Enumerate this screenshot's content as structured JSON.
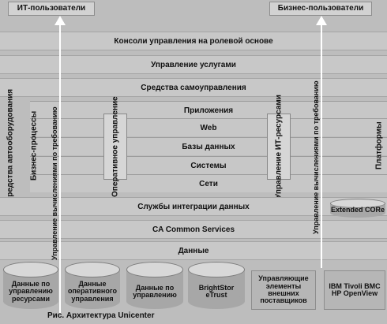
{
  "top_boxes": {
    "it_users": "ИТ-пользователи",
    "business_users": "Бизнес-пользователи"
  },
  "bands": {
    "role_consoles": "Консоли управления на ролевой основе",
    "service_mgmt": "Управление услугами",
    "self_mgmt": "Средства самоуправления",
    "data_integration": "Службы интеграции данных",
    "ca_common": "CA Common Services",
    "data": "Данные"
  },
  "stack_layers": [
    "Приложения",
    "Web",
    "Базы данных",
    "Системы",
    "Сети"
  ],
  "vertical_labels": {
    "auto_tools": "Средства автооборудования",
    "business_processes": "Бизнес-процессы",
    "on_demand_left": "Управление вычислениями по требованию",
    "operative_mgmt": "Оперативное управление",
    "it_resources_mgmt": "Управление ИТ-ресурсами",
    "on_demand_right": "Управление вычислениями по требованию",
    "platforms": "Платформы"
  },
  "extended_core": "Extended CORe",
  "cylinders": [
    "Данные по управлению ресурсами",
    "Данные оперативного управления",
    "Данные по управлению",
    "BrightStor eTrust"
  ],
  "bottom_boxes": {
    "external": "Управляющие элементы внешних поставщиков",
    "vendors": "IBM Tivoli BMC HP OpenView"
  },
  "caption": "Рис. Архитектура Unicenter"
}
